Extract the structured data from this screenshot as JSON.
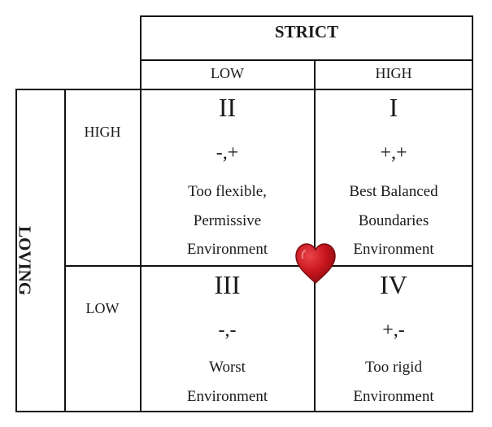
{
  "diagram": {
    "column_axis": {
      "title": "STRICT",
      "levels": [
        "LOW",
        "HIGH"
      ]
    },
    "row_axis": {
      "title": "LOVING",
      "levels": [
        "HIGH",
        "LOW"
      ]
    },
    "quadrants": {
      "q2": {
        "numeral": "II",
        "signs": "-,+",
        "lines": [
          "Too flexible,",
          "Permissive",
          "Environment"
        ]
      },
      "q1": {
        "numeral": "I",
        "signs": "+,+",
        "lines": [
          "Best Balanced",
          "Boundaries",
          "Environment"
        ]
      },
      "q3": {
        "numeral": "III",
        "signs": "-,-",
        "lines": [
          "Worst",
          "Environment"
        ]
      },
      "q4": {
        "numeral": "IV",
        "signs": "+,-",
        "lines": [
          "Too rigid",
          "Environment"
        ]
      }
    },
    "center_icon": "heart-icon",
    "colors": {
      "heart": "#c8161d",
      "heart_edge": "#7a0c10",
      "lines": "#111111"
    }
  }
}
